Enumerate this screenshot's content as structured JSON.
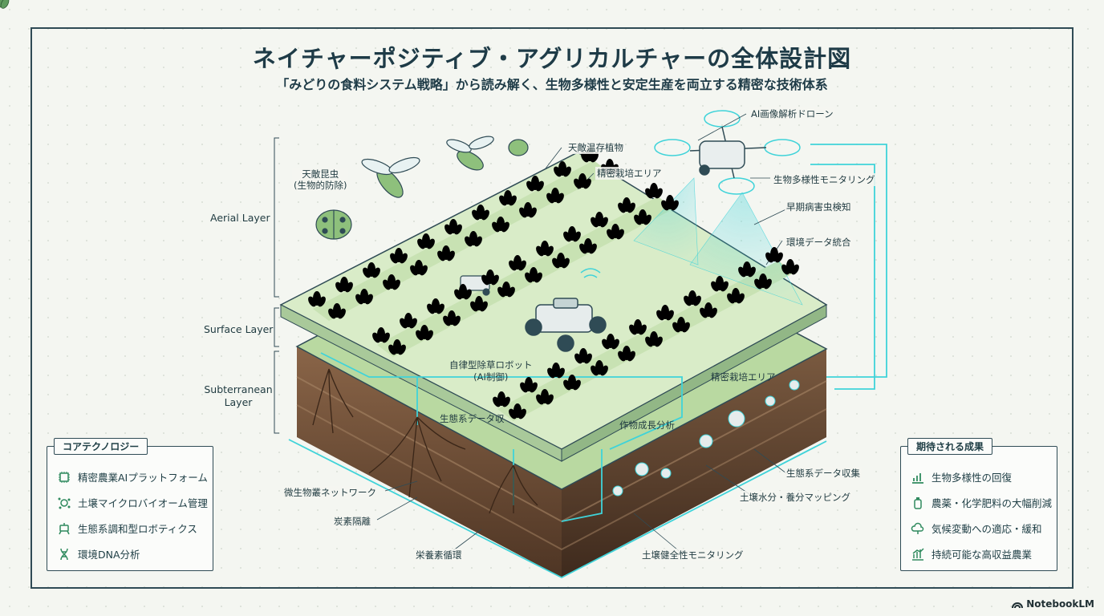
{
  "header": {
    "title": "ネイチャーポジティブ・アグリカルチャーの全体設計図",
    "subtitle": "「みどりの食料システム戦略」から読み解く、生物多様性と安定生産を両立する精密な技術体系"
  },
  "layers": {
    "aerial": "Aerial Layer",
    "surface": "Surface Layer",
    "subterranean": "Subterranean Layer"
  },
  "labels": {
    "natural_enemy": "天敵昆虫\n(生物的防除)",
    "enemy_plants": "天敵温存植物",
    "precision_area_top": "精密栽培エリア",
    "drone": "AI画像解析ドローン",
    "biodiversity_monitoring": "生物多様性モニタリング",
    "early_pest": "早期病害虫検知",
    "env_data": "環境データ統合",
    "robot": "自律型除草ロボット\n(AI制御)",
    "precision_area_field": "精密栽培エリア",
    "growth_analysis": "作物成長分析",
    "eco_data_field": "生態系データ収",
    "eco_data_collect": "生態系データ収集",
    "soil_mapping": "土壌水分・養分マッピング",
    "soil_health": "土壌健全性モニタリング",
    "microbe_network": "微生物叢ネットワーク",
    "carbon": "炭素隔離",
    "nutrient_cycle": "栄養素循環"
  },
  "core_tech": {
    "title": "コアテクノロジー",
    "items": [
      {
        "label": "精密農業AIプラットフォーム",
        "icon": "chip-icon"
      },
      {
        "label": "土壌マイクロバイオーム管理",
        "icon": "microbe-icon"
      },
      {
        "label": "生態系調和型ロボティクス",
        "icon": "robot-icon"
      },
      {
        "label": "環境DNA分析",
        "icon": "dna-icon"
      }
    ]
  },
  "outcomes": {
    "title": "期待される成果",
    "items": [
      {
        "label": "生物多様性の回復",
        "icon": "growth-chart-icon"
      },
      {
        "label": "農薬・化学肥料の大幅削減",
        "icon": "bottle-icon"
      },
      {
        "label": "気候変動への適応・緩和",
        "icon": "cloud-leaf-icon"
      },
      {
        "label": "持続可能な高収益農業",
        "icon": "bar-chart-icon"
      }
    ]
  },
  "brand": "NotebookLM",
  "colors": {
    "accent": "#3fd3d9",
    "plant": "#5f9a5e",
    "soil": "#6b4a35",
    "surface": "#d9ecc8",
    "ink": "#1e3b47"
  }
}
